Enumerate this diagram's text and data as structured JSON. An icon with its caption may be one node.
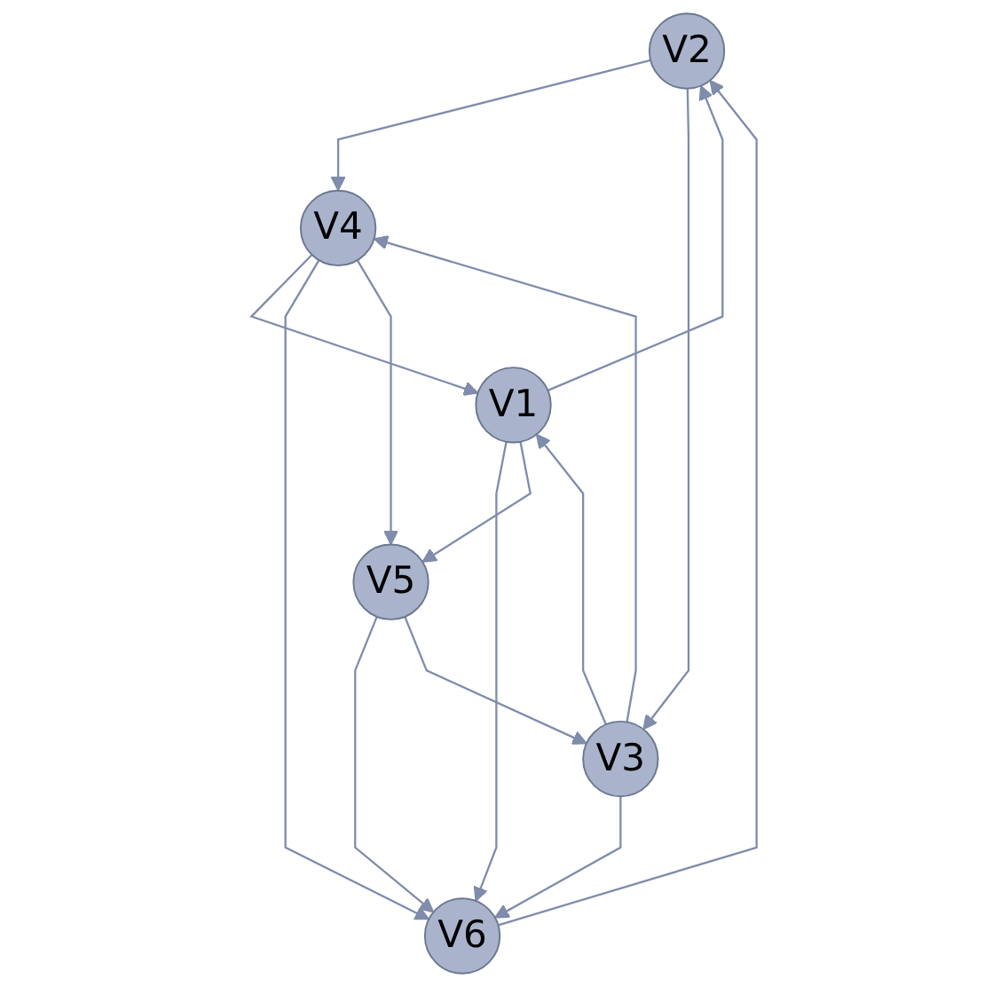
{
  "diagram": {
    "nodes": [
      {
        "text": [
          "V2"
        ]
      },
      {
        "text": [
          "V1"
        ]
      },
      {
        "text": [
          "V4"
        ]
      },
      {
        "text": [
          "V6"
        ]
      },
      {
        "text": [
          "V3"
        ]
      },
      {
        "text": [
          "V5"
        ]
      }
    ],
    "edges": [
      {
        "from": 1,
        "to": 0,
        "arrow": "to"
      },
      {
        "from": 1,
        "to": 3,
        "arrow": "to"
      },
      {
        "from": 1,
        "to": 5,
        "arrow": "to"
      },
      {
        "from": 0,
        "to": 2,
        "arrow": "to"
      },
      {
        "from": 0,
        "to": 4,
        "arrow": "to"
      },
      {
        "from": 2,
        "to": 1,
        "arrow": "to"
      },
      {
        "from": 2,
        "to": 3,
        "arrow": "to"
      },
      {
        "from": 2,
        "to": 5,
        "arrow": "to"
      },
      {
        "from": 4,
        "to": 2,
        "arrow": "to"
      },
      {
        "from": 4,
        "to": 3,
        "arrow": "to"
      },
      {
        "from": 4,
        "to": 1,
        "arrow": "to"
      },
      {
        "from": 5,
        "to": 3,
        "arrow": "to"
      },
      {
        "from": 5,
        "to": 4,
        "arrow": "to"
      },
      {
        "from": 3,
        "to": 0,
        "arrow": "to"
      }
    ]
  }
}
